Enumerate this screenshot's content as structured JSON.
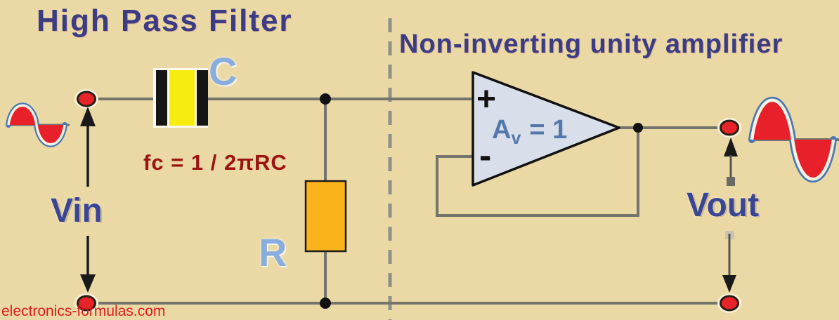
{
  "titles": {
    "left": "High Pass Filter",
    "right": "Non-inverting unity amplifier"
  },
  "filter": {
    "capacitor_label": "C",
    "resistor_label": "R",
    "formula": "fc = 1 / 2πRC",
    "input_label": "Vin"
  },
  "amplifier": {
    "plus": "+",
    "minus": "-",
    "gain_a": "A",
    "gain_sub": "v",
    "gain_rest": "= 1",
    "output_label": "Vout"
  },
  "watermark": "electronics-formulas.com",
  "colors": {
    "background": "#ebd9a5",
    "wire": "#74746c",
    "title_blue": "#3c3c85",
    "component_label_blue": "#8aade0",
    "formula_red": "#9c1310",
    "signal_red": "#e8202a",
    "signal_outline_blue": "#4a7ab2",
    "capacitor_yellow": "#f6ec10",
    "resistor_orange": "#fbb31b",
    "opamp_fill": "#d9dfea",
    "opamp_text_blue": "#5578ab",
    "terminal_red": "#e82329",
    "watermark_red": "#e21b1b"
  }
}
